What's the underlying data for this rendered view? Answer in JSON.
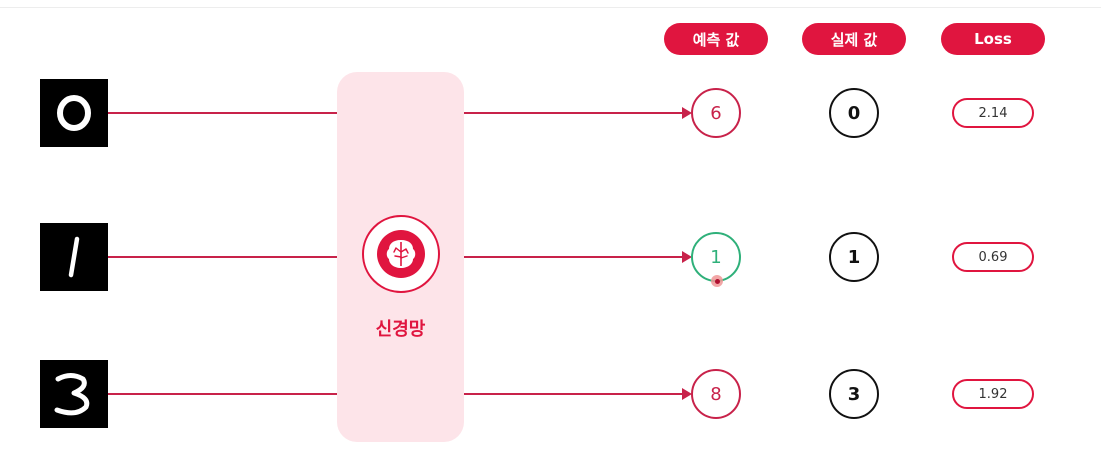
{
  "colors": {
    "accent": "#e0153f",
    "line": "#c8224a",
    "correct": "#2fb07a",
    "box": "#fde4e9"
  },
  "headers": {
    "predicted": "예측 값",
    "actual": "실제 값",
    "loss": "Loss"
  },
  "network": {
    "label": "신경망",
    "icon": "brain-icon"
  },
  "rows": [
    {
      "input_digit": "0",
      "predicted": "6",
      "actual": "0",
      "loss": "2.14",
      "correct": false
    },
    {
      "input_digit": "1",
      "predicted": "1",
      "actual": "1",
      "loss": "0.69",
      "correct": true
    },
    {
      "input_digit": "3",
      "predicted": "8",
      "actual": "3",
      "loss": "1.92",
      "correct": false
    }
  ]
}
